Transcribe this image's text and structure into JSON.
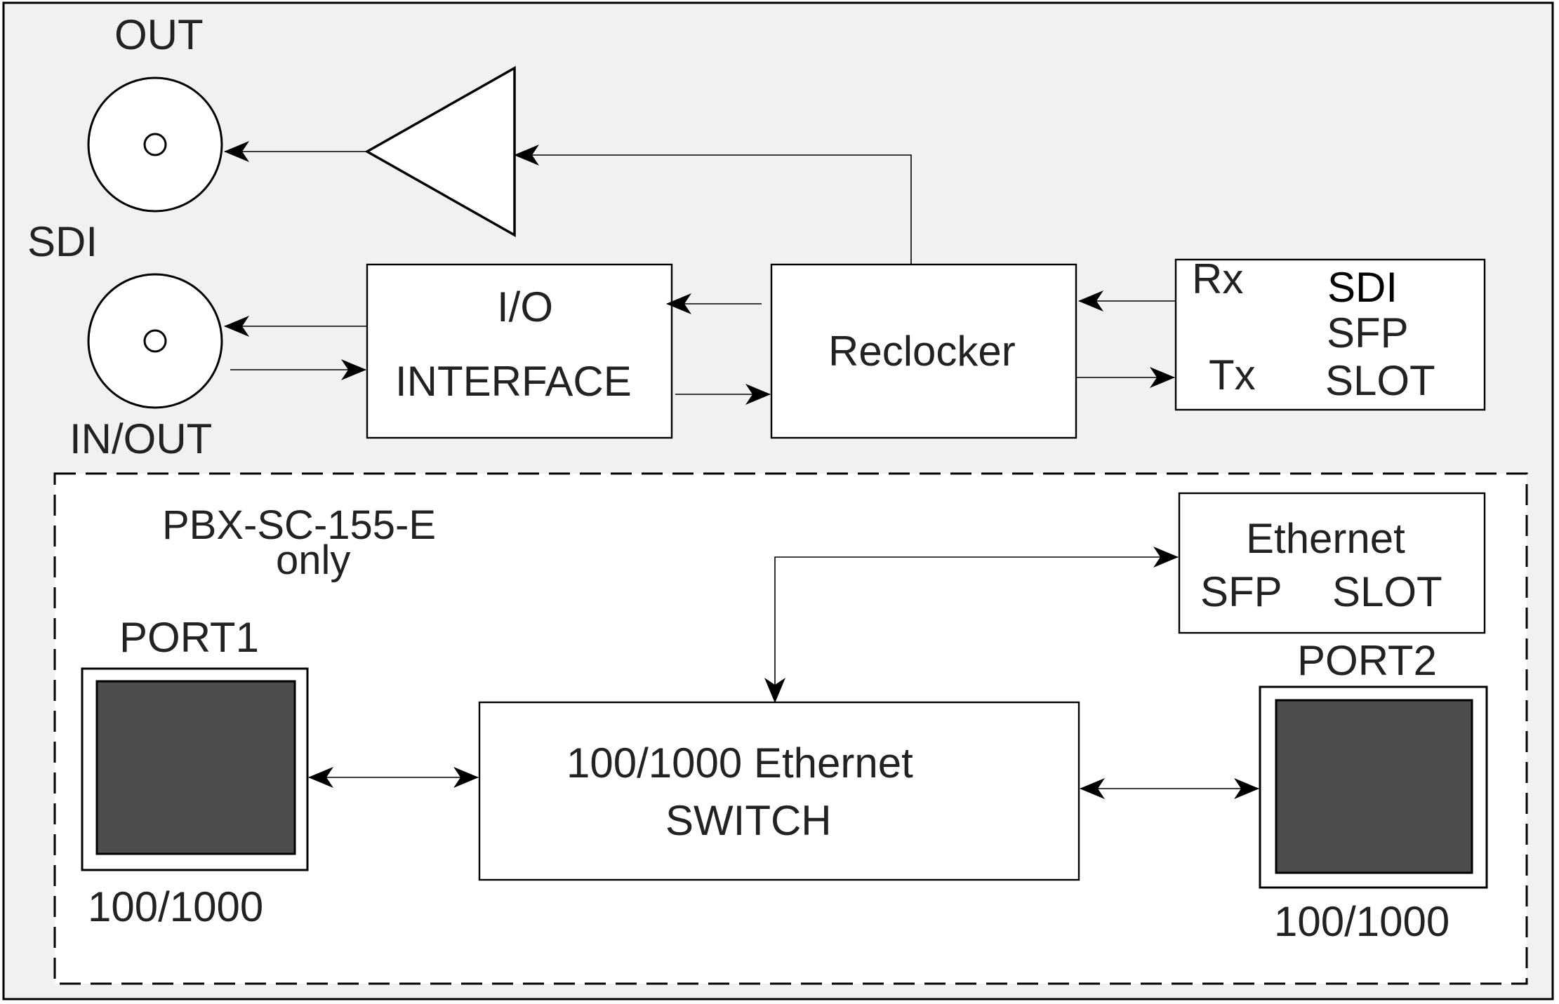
{
  "labels": {
    "out": "OUT",
    "sdi": "SDI",
    "in_out": "IN/OUT",
    "io_line1": "I/O",
    "io_line2": "INTERFACE",
    "reclocker": "Reclocker",
    "rx": "Rx",
    "tx": "Tx",
    "sdi_slot_line1": "SDI",
    "sdi_slot_line2": "SFP",
    "sdi_slot_line3": "SLOT",
    "option_line1": "PBX-SC-155-E",
    "option_line2": "only",
    "eth_slot_line1": "Ethernet",
    "eth_slot_sfp": "SFP",
    "eth_slot_slot": "SLOT",
    "port1": "PORT1",
    "port1_speed": "100/1000",
    "port2": "PORT2",
    "port2_speed": "100/1000",
    "switch_line1": "100/1000 Ethernet",
    "switch_line2": "SWITCH"
  },
  "colors": {
    "panel_background": "#f1f1f1",
    "stroke": "#000000",
    "text": "#222222",
    "port_fill": "#4d4d4d"
  }
}
